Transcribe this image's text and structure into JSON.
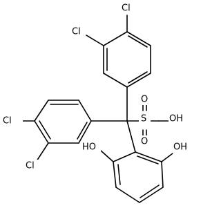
{
  "molecule": {
    "atom_labels": {
      "cl_top": "Cl",
      "cl_top_left": "Cl",
      "cl_left_upper": "Cl",
      "cl_left_lower": "Cl",
      "so3h": "OH",
      "sulfur": "S",
      "oxo_upper": "O",
      "oxo_lower": "O",
      "oh_left": "HO",
      "oh_right": "OH"
    },
    "colors": {
      "bond": "#000000",
      "label": "#000000",
      "background": "#ffffff"
    }
  }
}
